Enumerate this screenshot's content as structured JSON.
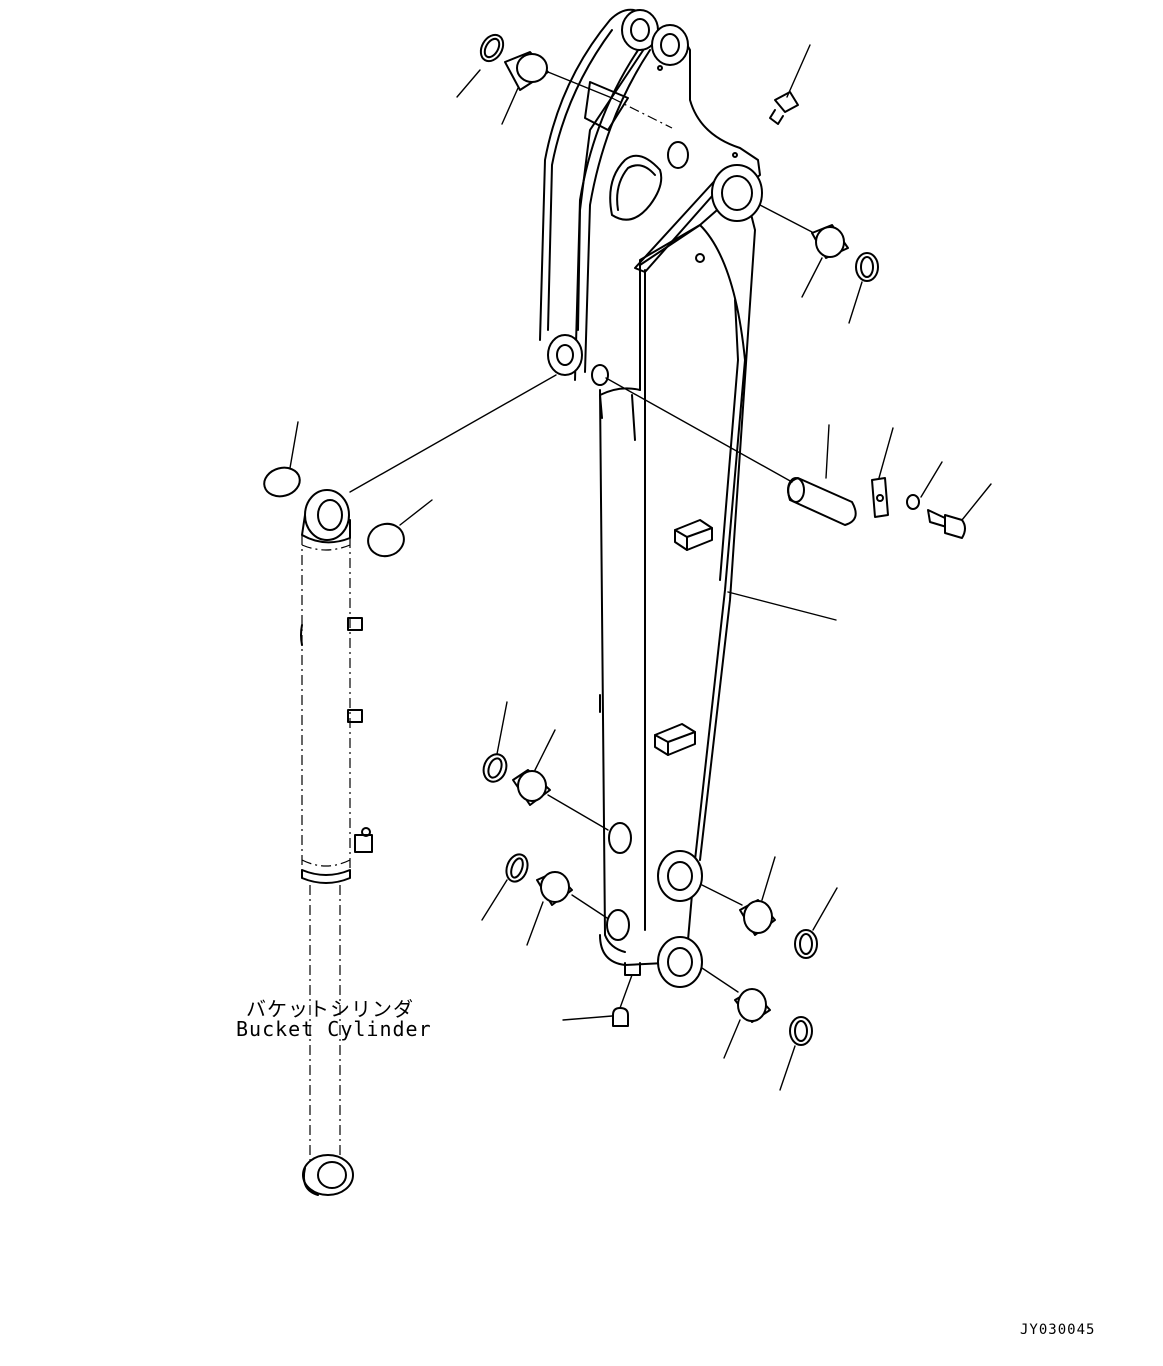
{
  "labels": {
    "bucket_cylinder_jp": "バケットシリンダ",
    "bucket_cylinder_en": "Bucket Cylinder"
  },
  "drawing_id": "JY030045",
  "colors": {
    "line": "#000000",
    "background": "#ffffff"
  }
}
